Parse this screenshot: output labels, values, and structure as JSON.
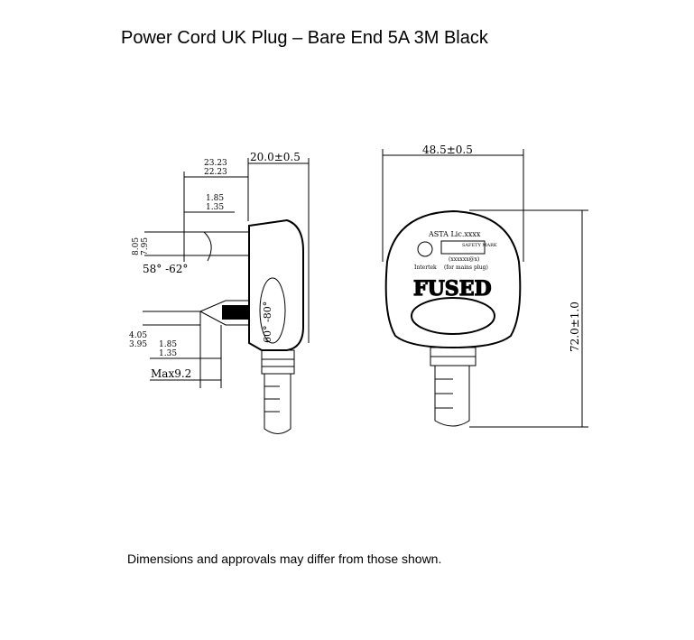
{
  "title": "Power Cord UK Plug – Bare End 5A 3M Black",
  "footnote": "Dimensions and approvals may differ from those shown.",
  "side_view": {
    "dim_top_width": "20.0±0.5",
    "dim_pin_outer_upper": "23.23",
    "dim_pin_outer_lower": "22.23",
    "dim_pin_thick_upper": "1.85",
    "dim_pin_thick_lower": "1.35",
    "dim_pin_height_upper": "8.05",
    "dim_pin_height_lower": "7.95",
    "dim_angle_top": "58° -62°",
    "dim_lower_pin_upper": "4.05",
    "dim_lower_pin_lower": "3.95",
    "dim_lower_thick_upper": "1.85",
    "dim_lower_thick_lower": "1.35",
    "dim_max": "Max9.2",
    "dim_angle_body": "60° -80°"
  },
  "front_view": {
    "dim_width": "48.5±0.5",
    "dim_height": "72.0±1.0",
    "license_text": "ASTA Lic.xxxx",
    "safety_mark": "SAFETY MARK",
    "serial_text": "(xxxxxx@x)",
    "certifier": "Intertek",
    "usage_text": "(for mains plug)",
    "fused_label": "FUSED"
  }
}
